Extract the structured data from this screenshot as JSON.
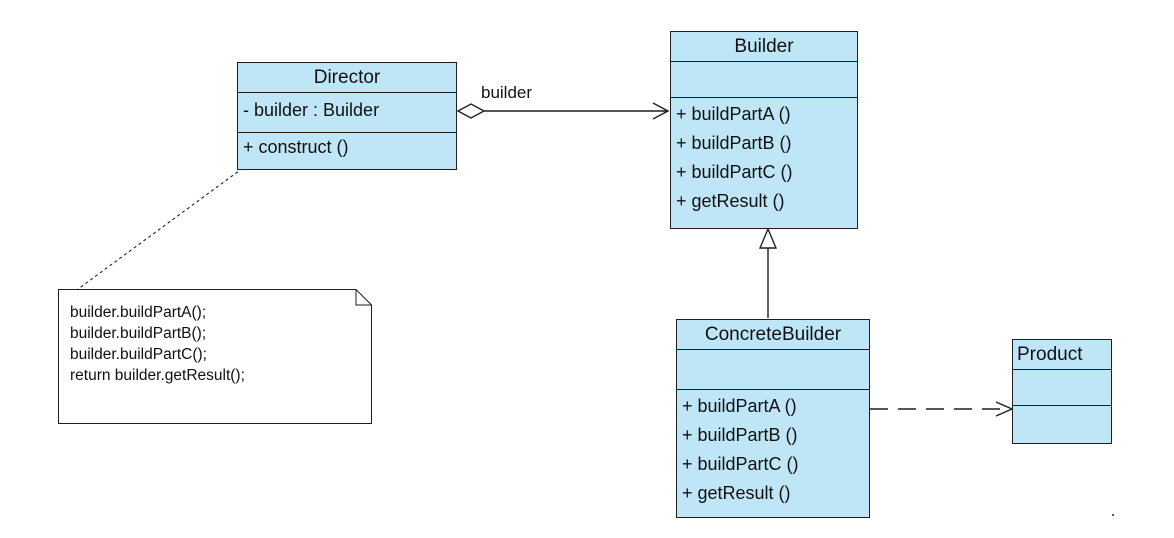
{
  "classes": {
    "director": {
      "name": "Director",
      "attributes": [
        "- builder : Builder"
      ],
      "operations": [
        "+ construct ()"
      ]
    },
    "builder": {
      "name": "Builder",
      "attributes": [],
      "operations": [
        "+ buildPartA ()",
        "+ buildPartB ()",
        "+ buildPartC ()",
        "+ getResult ()"
      ]
    },
    "concrete_builder": {
      "name": "ConcreteBuilder",
      "attributes": [],
      "operations": [
        "+ buildPartA ()",
        "+ buildPartB ()",
        "+ buildPartC ()",
        "+ getResult ()"
      ]
    },
    "product": {
      "name": "Product",
      "attributes": [],
      "operations": []
    }
  },
  "note": {
    "lines": [
      "builder.buildPartA();",
      "builder.buildPartB();",
      "builder.buildPartC();",
      "return builder.getResult();"
    ]
  },
  "associations": {
    "director_builder_label": "builder"
  },
  "colors": {
    "class_fill": "#bfe6f7",
    "line": "#1f1f1f"
  }
}
